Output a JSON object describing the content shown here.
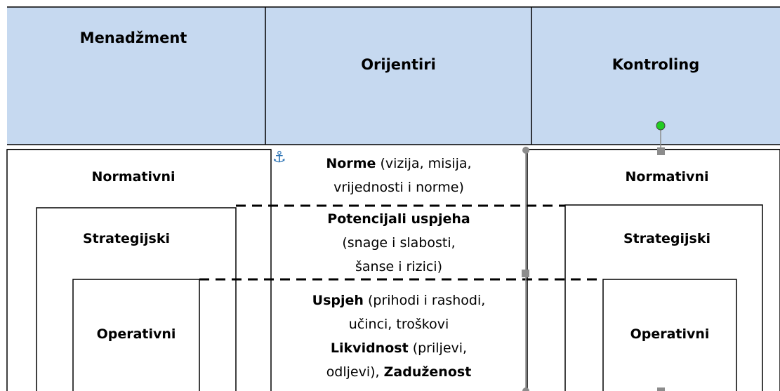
{
  "header": {
    "management": "Menadžment",
    "orientation": "Orijentiri",
    "controlling": "Kontroling"
  },
  "left": {
    "normative": "Normativni",
    "strategic": "Strategijski",
    "operative": "Operativni"
  },
  "right": {
    "normative": "Normativni",
    "strategic": "Strategijski",
    "operative": "Operativni"
  },
  "middle": {
    "norms_bold": "Norme",
    "norms_rest": " (vizija, misija,",
    "norms_line2": "vrijednosti i norme)",
    "potential_bold": "Potencijali uspjeha",
    "potential_line2": "(snage i slabosti,",
    "potential_line3": "šanse i rizici)",
    "success_bold": "Uspjeh",
    "success_rest": " (prihodi i rashodi,",
    "success_line2": "učinci, troškovi",
    "liquidity_bold": "Likvidnost",
    "liquidity_rest": " (priljevi,",
    "debt_pre": "odljevi), ",
    "debt_bold": "Zaduženost"
  },
  "colors": {
    "header_bg": "#c6d9f0",
    "handle_green": "#22cc22",
    "handle_gray": "#8c8c8c",
    "anchor_blue": "#2e74b5"
  }
}
